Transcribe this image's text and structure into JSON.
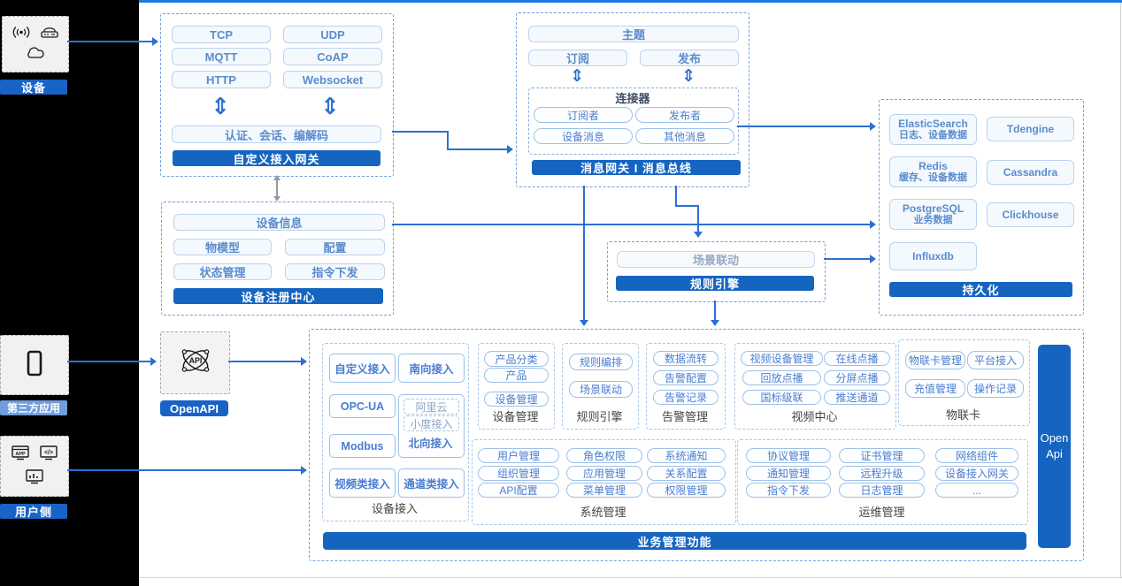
{
  "colors": {
    "accent": "#1565c0",
    "line": "#2e6fd2",
    "light_label": "#6f9ddd",
    "top_border": "#1e7ae8"
  },
  "glyphs": {
    "updown_arrow": "⇕"
  },
  "left_rail": {
    "device": {
      "label": "设备"
    },
    "third_party": {
      "label": "第三方应用"
    },
    "user_side": {
      "label": "用户侧"
    }
  },
  "gateway": {
    "protocols": [
      "TCP",
      "UDP",
      "MQTT",
      "CoAP",
      "HTTP",
      "Websocket"
    ],
    "auth": "认证、会话、编解码",
    "title": "自定义接入网关"
  },
  "message_bus": {
    "topic": "主题",
    "subscribe": "订阅",
    "publish": "发布",
    "connector": {
      "title": "连接器",
      "items": [
        "订阅者",
        "发布者",
        "设备消息",
        "其他消息"
      ]
    },
    "title": "消息网关 I 消息总线"
  },
  "registry": {
    "info": "设备信息",
    "items": [
      "物模型",
      "配置",
      "状态管理",
      "指令下发"
    ],
    "title": "设备注册中心"
  },
  "scene_rule": {
    "scene": "场景联动",
    "title": "规则引擎"
  },
  "persistence": {
    "stores": [
      {
        "name": "ElasticSearch",
        "sub": "日志、设备数据"
      },
      {
        "name": "Tdengine",
        "sub": ""
      },
      {
        "name": "Redis",
        "sub": "缓存、设备数据"
      },
      {
        "name": "Cassandra",
        "sub": ""
      },
      {
        "name": "PostgreSQL",
        "sub": "业务数据"
      },
      {
        "name": "Clickhouse",
        "sub": ""
      },
      {
        "name": "Influxdb",
        "sub": ""
      }
    ],
    "title": "持久化"
  },
  "openapi": {
    "label": "OpenAPI"
  },
  "business": {
    "device_access": {
      "label": "设备接入",
      "custom": "自定义接入",
      "south": "南向接入",
      "opcua": "OPC-UA",
      "modbus": "Modbus",
      "video": "视频类接入",
      "channel": "通道类接入",
      "ali": "阿里云",
      "xiaodu": "小度接入",
      "north": "北向接入"
    },
    "device_mgmt": {
      "label": "设备管理",
      "items": [
        "产品分类",
        "产品",
        "设备管理"
      ]
    },
    "rule_engine": {
      "label": "规则引擎",
      "items": [
        "规则编排",
        "场景联动"
      ]
    },
    "alarm": {
      "label": "告警管理",
      "items": [
        "数据流转",
        "告警配置",
        "告警记录"
      ]
    },
    "video_center": {
      "label": "视频中心",
      "items": [
        "视频设备管理",
        "在线点播",
        "回放点播",
        "分屏点播",
        "国标级联",
        "推送通道"
      ]
    },
    "iot_card": {
      "label": "物联卡",
      "items": [
        "物联卡管理",
        "平台接入",
        "充值管理",
        "操作记录"
      ]
    },
    "system_mgmt": {
      "label": "系统管理",
      "items": [
        "用户管理",
        "角色权限",
        "系统通知",
        "组织管理",
        "应用管理",
        "关系配置",
        "API配置",
        "菜单管理",
        "权限管理"
      ]
    },
    "ops_mgmt": {
      "label": "运维管理",
      "items": [
        "协议管理",
        "证书管理",
        "网络组件",
        "通知管理",
        "远程升级",
        "设备接入网关",
        "指令下发",
        "日志管理",
        "..."
      ]
    },
    "open_api_side": {
      "line1": "Open",
      "line2": "Api"
    },
    "footer": "业务管理功能"
  }
}
